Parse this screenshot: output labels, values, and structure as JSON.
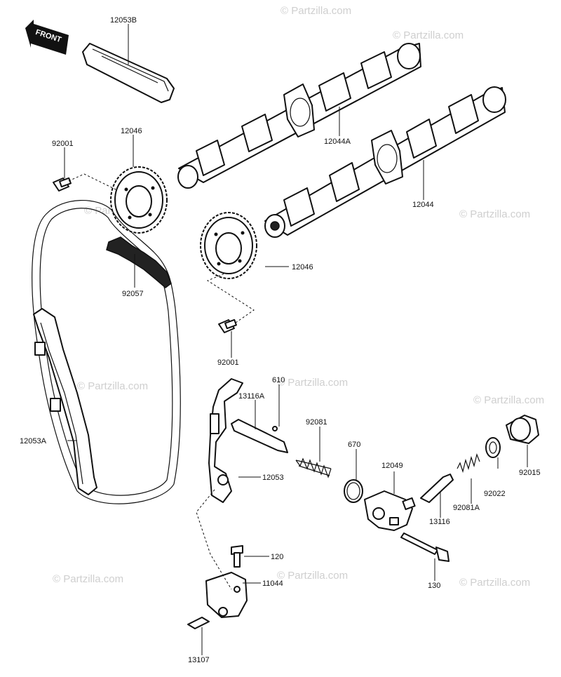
{
  "front_badge": "FRONT",
  "watermark": "© Partzilla.com",
  "labels": {
    "p12053B": "12053B",
    "p12046a": "12046",
    "p92001a": "92001",
    "p12044A": "12044A",
    "p12044": "12044",
    "p12046b": "12046",
    "p92057": "92057",
    "p92001b": "92001",
    "p610": "610",
    "p13116A": "13116A",
    "p92081": "92081",
    "p670": "670",
    "p12049": "12049",
    "p12053A": "12053A",
    "p12053": "12053",
    "p92022": "92022",
    "p92015": "92015",
    "p13116": "13116",
    "p92081A": "92081A",
    "p120": "120",
    "p130": "130",
    "p11044": "11044",
    "p13107": "13107"
  }
}
